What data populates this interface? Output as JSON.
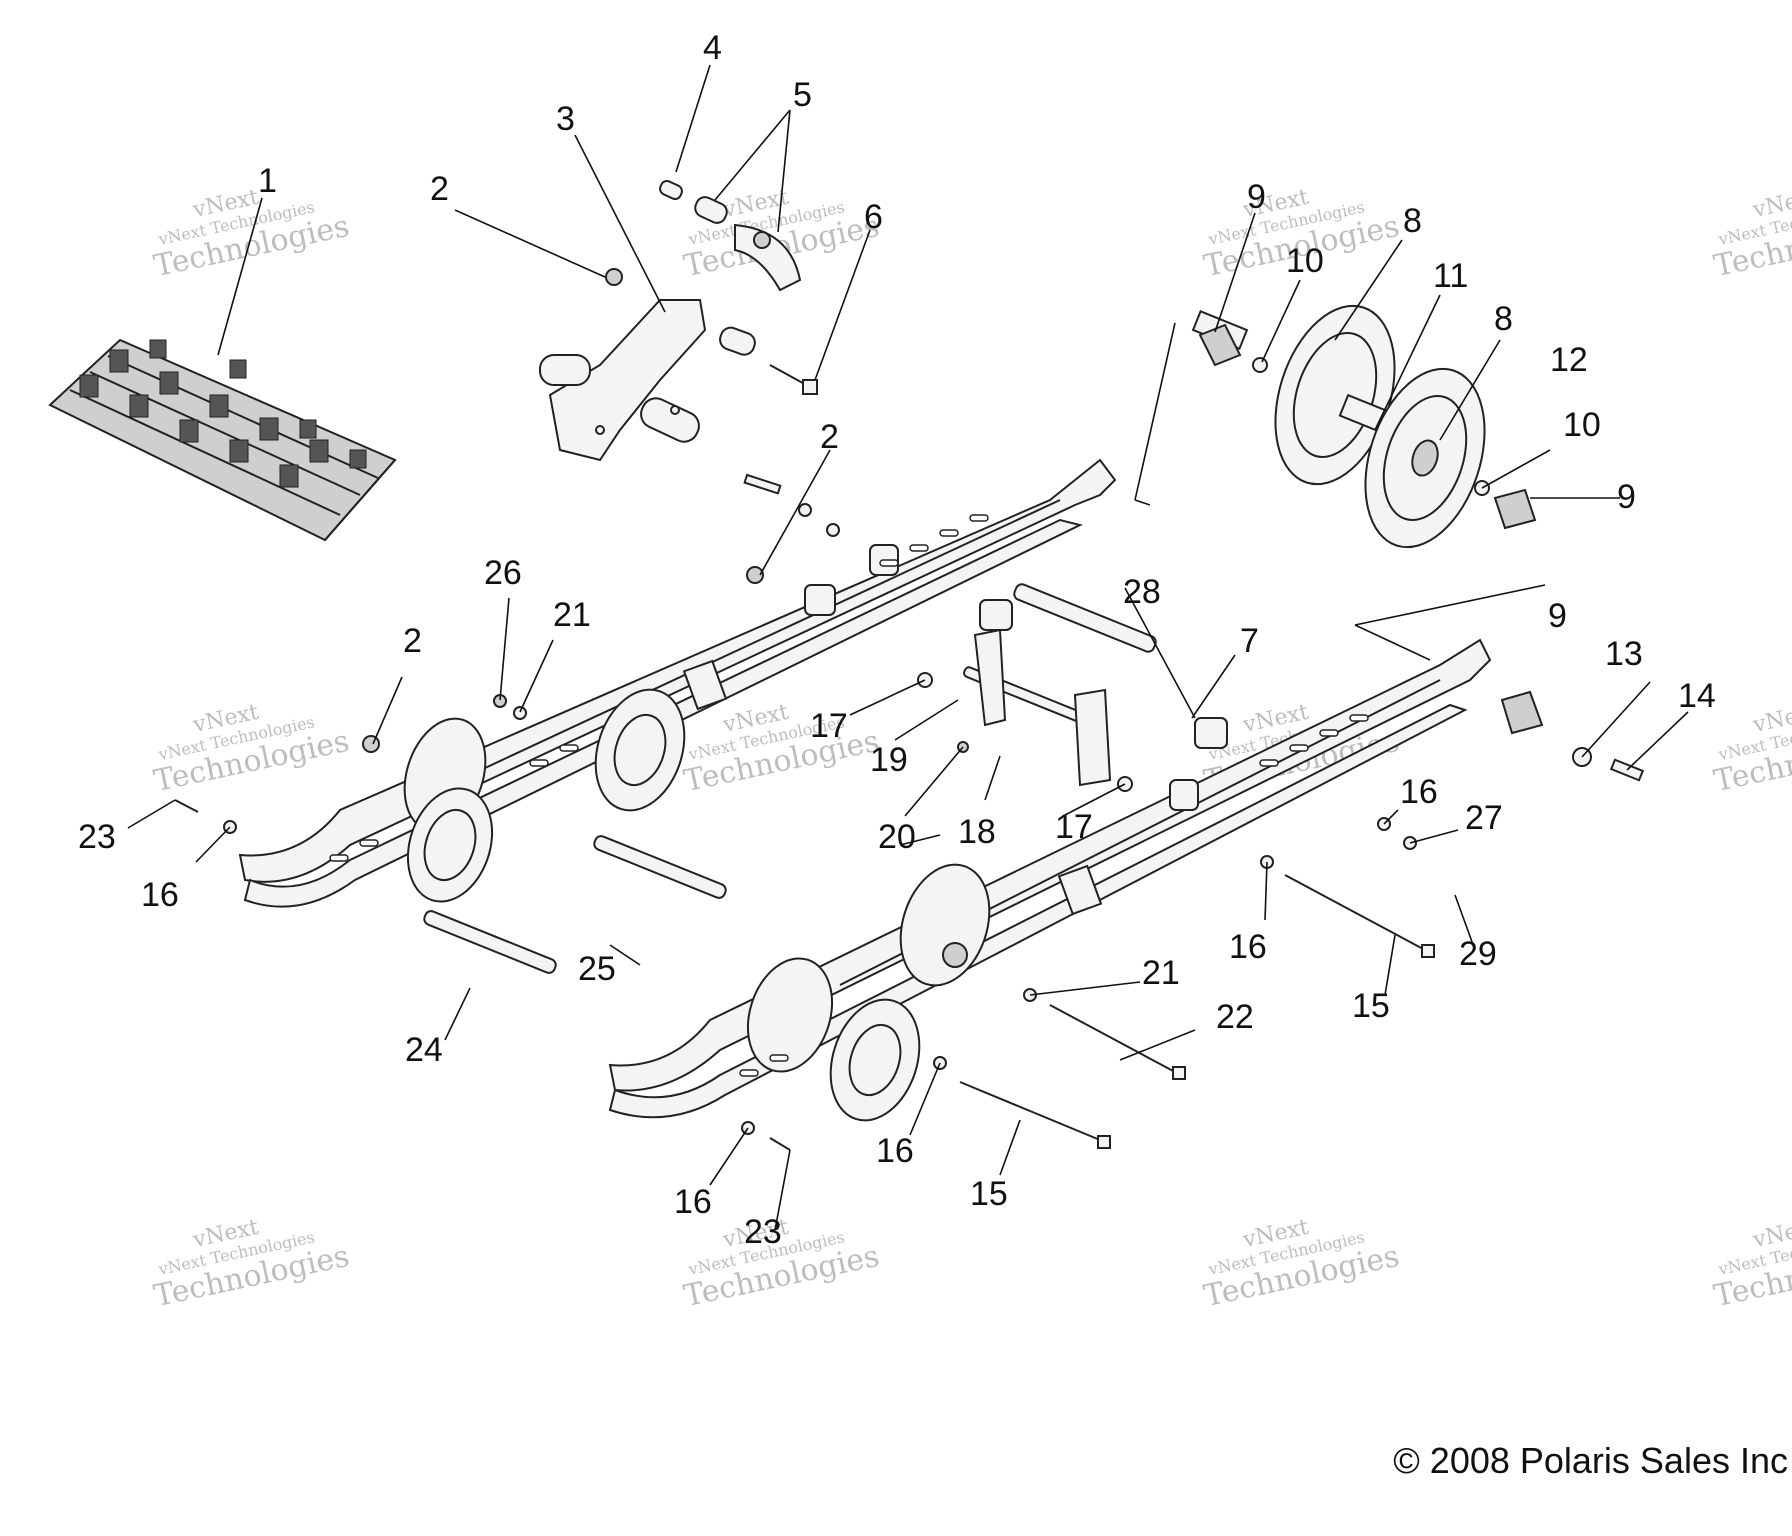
{
  "watermark": {
    "line1": "vNext",
    "line2": "vNext Technologies",
    "line3": "Technologies"
  },
  "callouts": [
    {
      "id": "c1",
      "label": "1"
    },
    {
      "id": "c2a",
      "label": "2"
    },
    {
      "id": "c2b",
      "label": "2"
    },
    {
      "id": "c2c",
      "label": "2"
    },
    {
      "id": "c3",
      "label": "3"
    },
    {
      "id": "c4",
      "label": "4"
    },
    {
      "id": "c5",
      "label": "5"
    },
    {
      "id": "c6",
      "label": "6"
    },
    {
      "id": "c7",
      "label": "7"
    },
    {
      "id": "c8a",
      "label": "8"
    },
    {
      "id": "c8b",
      "label": "8"
    },
    {
      "id": "c9a",
      "label": "9"
    },
    {
      "id": "c9b",
      "label": "9"
    },
    {
      "id": "c9c",
      "label": "9"
    },
    {
      "id": "c10a",
      "label": "10"
    },
    {
      "id": "c10b",
      "label": "10"
    },
    {
      "id": "c11",
      "label": "11"
    },
    {
      "id": "c12",
      "label": "12"
    },
    {
      "id": "c13",
      "label": "13"
    },
    {
      "id": "c14",
      "label": "14"
    },
    {
      "id": "c15a",
      "label": "15"
    },
    {
      "id": "c15b",
      "label": "15"
    },
    {
      "id": "c16a",
      "label": "16"
    },
    {
      "id": "c16b",
      "label": "16"
    },
    {
      "id": "c16c",
      "label": "16"
    },
    {
      "id": "c16d",
      "label": "16"
    },
    {
      "id": "c16e",
      "label": "16"
    },
    {
      "id": "c17a",
      "label": "17"
    },
    {
      "id": "c17b",
      "label": "17"
    },
    {
      "id": "c18",
      "label": "18"
    },
    {
      "id": "c19",
      "label": "19"
    },
    {
      "id": "c20",
      "label": "20"
    },
    {
      "id": "c21a",
      "label": "21"
    },
    {
      "id": "c21b",
      "label": "21"
    },
    {
      "id": "c22",
      "label": "22"
    },
    {
      "id": "c23a",
      "label": "23"
    },
    {
      "id": "c23b",
      "label": "23"
    },
    {
      "id": "c24",
      "label": "24"
    },
    {
      "id": "c25",
      "label": "25"
    },
    {
      "id": "c26",
      "label": "26"
    },
    {
      "id": "c27",
      "label": "27"
    },
    {
      "id": "c28",
      "label": "28"
    },
    {
      "id": "c29",
      "label": "29"
    }
  ],
  "copyright": "© 2008 Polaris Sales Inc"
}
